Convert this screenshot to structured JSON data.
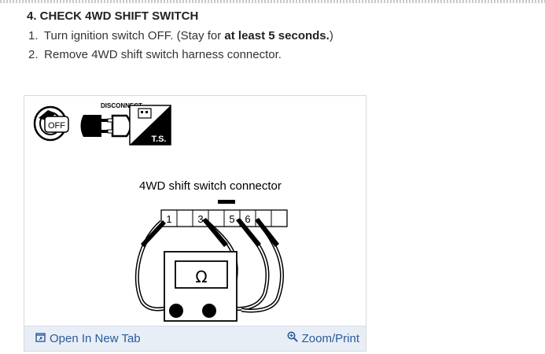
{
  "heading": "4. CHECK 4WD SHIFT SWITCH",
  "steps": [
    {
      "num": "1.",
      "text_before": "Turn ignition switch OFF. (Stay for ",
      "bold": "at least 5 seconds.",
      "text_after": ")"
    },
    {
      "num": "2.",
      "text_before": "Remove 4WD shift switch harness connector.",
      "bold": "",
      "text_after": ""
    }
  ],
  "figure": {
    "badges": {
      "off": "OFF",
      "disconnect": "DISCONNECT",
      "ts": "T.S."
    },
    "connector_title": "4WD shift switch connector",
    "pins": [
      "1",
      "",
      "3",
      "",
      "5",
      "6",
      "",
      ""
    ],
    "meter_symbol": "Ω"
  },
  "footer": {
    "open_tab_label": "Open In New Tab",
    "zoom_label": "Zoom/Print",
    "link_color": "#2a5a9a"
  }
}
